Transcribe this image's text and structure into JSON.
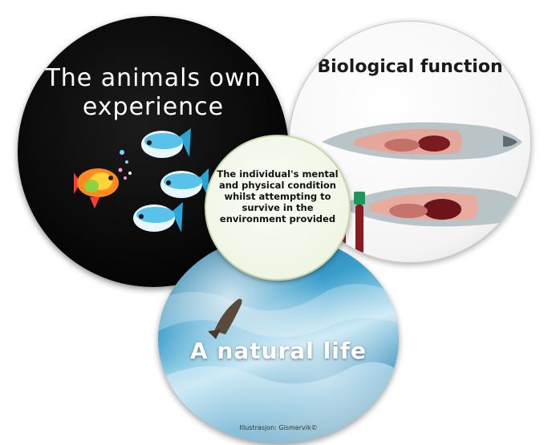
{
  "diagram": {
    "experience_circle": {
      "label": "The animals own experience"
    },
    "biology_circle": {
      "label": "Biological function"
    },
    "nature_circle": {
      "label": "A natural life",
      "credit": "Illustrasjon: Gismervik©"
    },
    "center_circle": {
      "label": "The individual's mental and physical condition whilst attempting to survive in the environment provided"
    }
  }
}
